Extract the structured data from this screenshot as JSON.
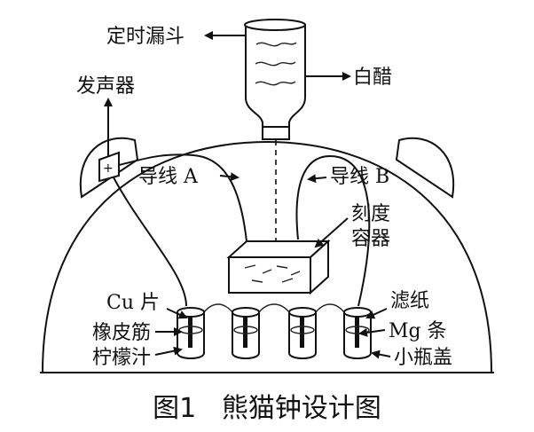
{
  "labels": {
    "funnel": "定时漏斗",
    "vinegar": "白醋",
    "buzzer": "发声器",
    "wire_a": "导线 A",
    "wire_b": "导线 B",
    "container_1": "刻度",
    "container_2": "容器",
    "cu": "Cu 片",
    "rubber": "橡皮筋",
    "lemon": "柠檬汁",
    "filter": "滤纸",
    "mg": "Mg 条",
    "cap": "小瓶盖"
  },
  "caption": "图1   熊猫钟设计图",
  "buzzer_symbol": "+"
}
